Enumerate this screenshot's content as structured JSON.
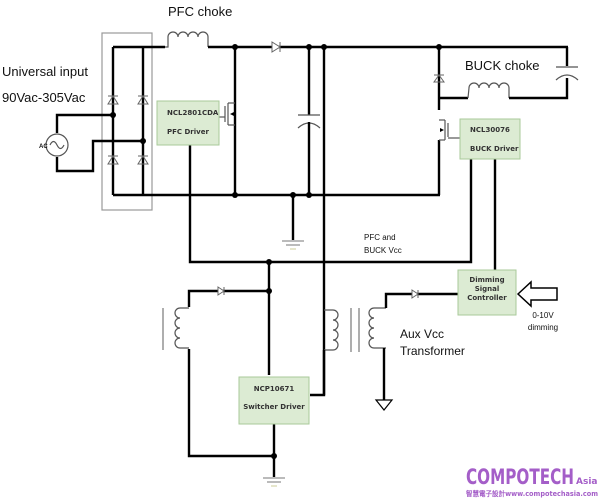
{
  "labels": {
    "input_line1": "Universal input",
    "input_line2": "90Vac-305Vac",
    "ac_source": "AC",
    "pfc_choke": "PFC choke",
    "buck_choke": "BUCK choke",
    "vcc_line1": "PFC and",
    "vcc_line2": "BUCK Vcc",
    "aux_line1": "Aux Vcc",
    "aux_line2": "Transformer",
    "dim_line1": "0-10V",
    "dim_line2": "dimming"
  },
  "blocks": {
    "pfc": {
      "part": "NCL2801CDA",
      "role": "PFC Driver"
    },
    "buck": {
      "part": "NCL30076",
      "role": "BUCK Driver"
    },
    "switcher": {
      "part": "NCP10671",
      "role": "Switcher Driver"
    },
    "dimming": {
      "line1": "Dimming",
      "line2": "Signal",
      "line3": "Controller"
    }
  },
  "logo": {
    "brand": "COMPOTECH",
    "suffix": "Asia",
    "tagline": "智慧電子設計www.compotechasia.com"
  },
  "colors": {
    "block_fill": "#dcebd3",
    "logo": "#a45ec8"
  }
}
